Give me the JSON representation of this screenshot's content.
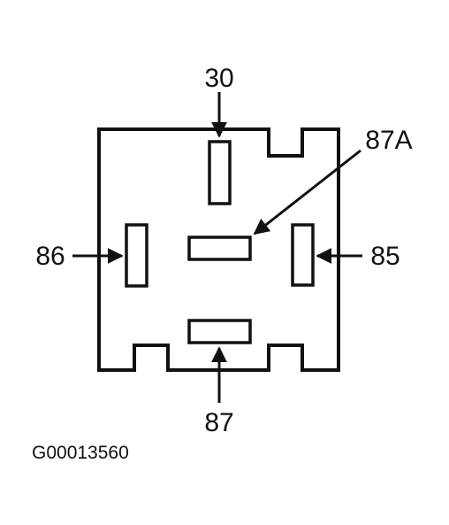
{
  "diagram": {
    "pins": {
      "p30": "30",
      "p87a": "87A",
      "p86": "86",
      "p85": "85",
      "p87": "87"
    },
    "figure_id": "G00013560"
  }
}
